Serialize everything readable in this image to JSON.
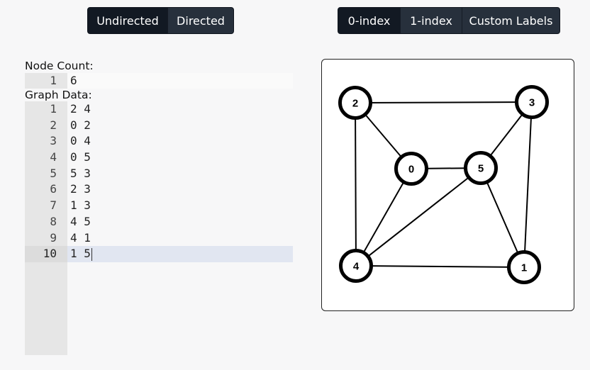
{
  "mode_toggle": {
    "undirected_label": "Undirected",
    "directed_label": "Directed",
    "selected": "Undirected"
  },
  "index_toggle": {
    "zero_index_label": "0-index",
    "one_index_label": "1-index",
    "custom_labels_label": "Custom Labels",
    "selected": "0-index"
  },
  "node_count": {
    "label": "Node Count:",
    "line_numbers": [
      "1"
    ],
    "lines": [
      "6"
    ]
  },
  "graph_data": {
    "label": "Graph Data:",
    "line_numbers": [
      "1",
      "2",
      "3",
      "4",
      "5",
      "6",
      "7",
      "8",
      "9",
      "10"
    ],
    "lines": [
      "2 4",
      "0 2",
      "0 4",
      "0 5",
      "5 3",
      "2 3",
      "1 3",
      "4 5",
      "4 1",
      "1 5"
    ],
    "active_line": 10
  },
  "graph": {
    "nodes": [
      {
        "label": "0"
      },
      {
        "label": "1"
      },
      {
        "label": "2"
      },
      {
        "label": "3"
      },
      {
        "label": "4"
      },
      {
        "label": "5"
      }
    ],
    "edges": [
      [
        2,
        4
      ],
      [
        0,
        2
      ],
      [
        0,
        4
      ],
      [
        0,
        5
      ],
      [
        5,
        3
      ],
      [
        2,
        3
      ],
      [
        1,
        3
      ],
      [
        4,
        5
      ],
      [
        4,
        1
      ],
      [
        1,
        5
      ]
    ],
    "colors": {
      "stroke": "#000000",
      "fill": "#ffffff"
    }
  }
}
